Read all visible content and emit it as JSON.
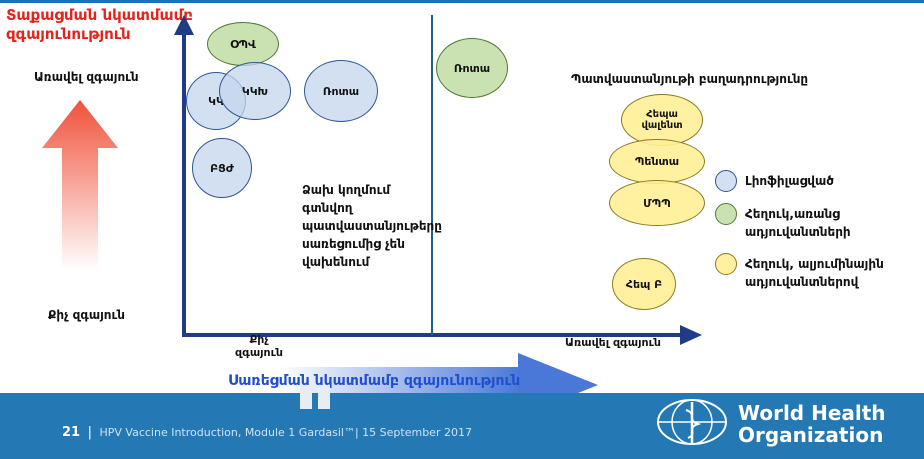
{
  "title_left": "Տաքացման նկատմամբ զգայունություն",
  "y_high": "Առավել զգայուն",
  "y_low": "Քիչ զգայուն",
  "x_low": "Քիչ զգայուն",
  "x_high": "Առավել զգայուն",
  "x_axis_title": "Սառեցման նկատմամբ զգայունություն",
  "excipients_title": "Պատվաստանյութի բաղադրությունը",
  "note": "Ձախ կողմում գտնվող պատվաստանյութերը սառեցումից չեն վախենում",
  "left_vaccines": {
    "opv": "ՕՊՎ",
    "kk": "ԿԿ",
    "kkh": "ԿԿԽ",
    "measles": "Ռոտա",
    "bcg": "ԲՑԺ"
  },
  "right_vaccines": {
    "rota": "Ռոտա",
    "hib": "Հեպա վալենտ",
    "penta": "Պենտա",
    "dtp": "ՄՊՊ",
    "hepb": "Հեպ Բ"
  },
  "legend": [
    {
      "label": "Լիոֆիլացված",
      "color": "#c4d6ee"
    },
    {
      "label": "Հեղուկ,առանց ադյուվանտների",
      "color": "#c4deaa"
    },
    {
      "label": "Հեղուկ, ալյումինային ադյուվանտներով",
      "color": "#fff096"
    }
  ],
  "footer": {
    "page": "21",
    "sep": "|",
    "text": "HPV Vaccine Introduction, Module 1 Gardasil™| 15 September 2017"
  },
  "who": {
    "line1": "World Health",
    "line2": "Organization"
  },
  "colors": {
    "blue_band": "#2478b4",
    "axis": "#1f3c88",
    "red": "#e5231b"
  }
}
